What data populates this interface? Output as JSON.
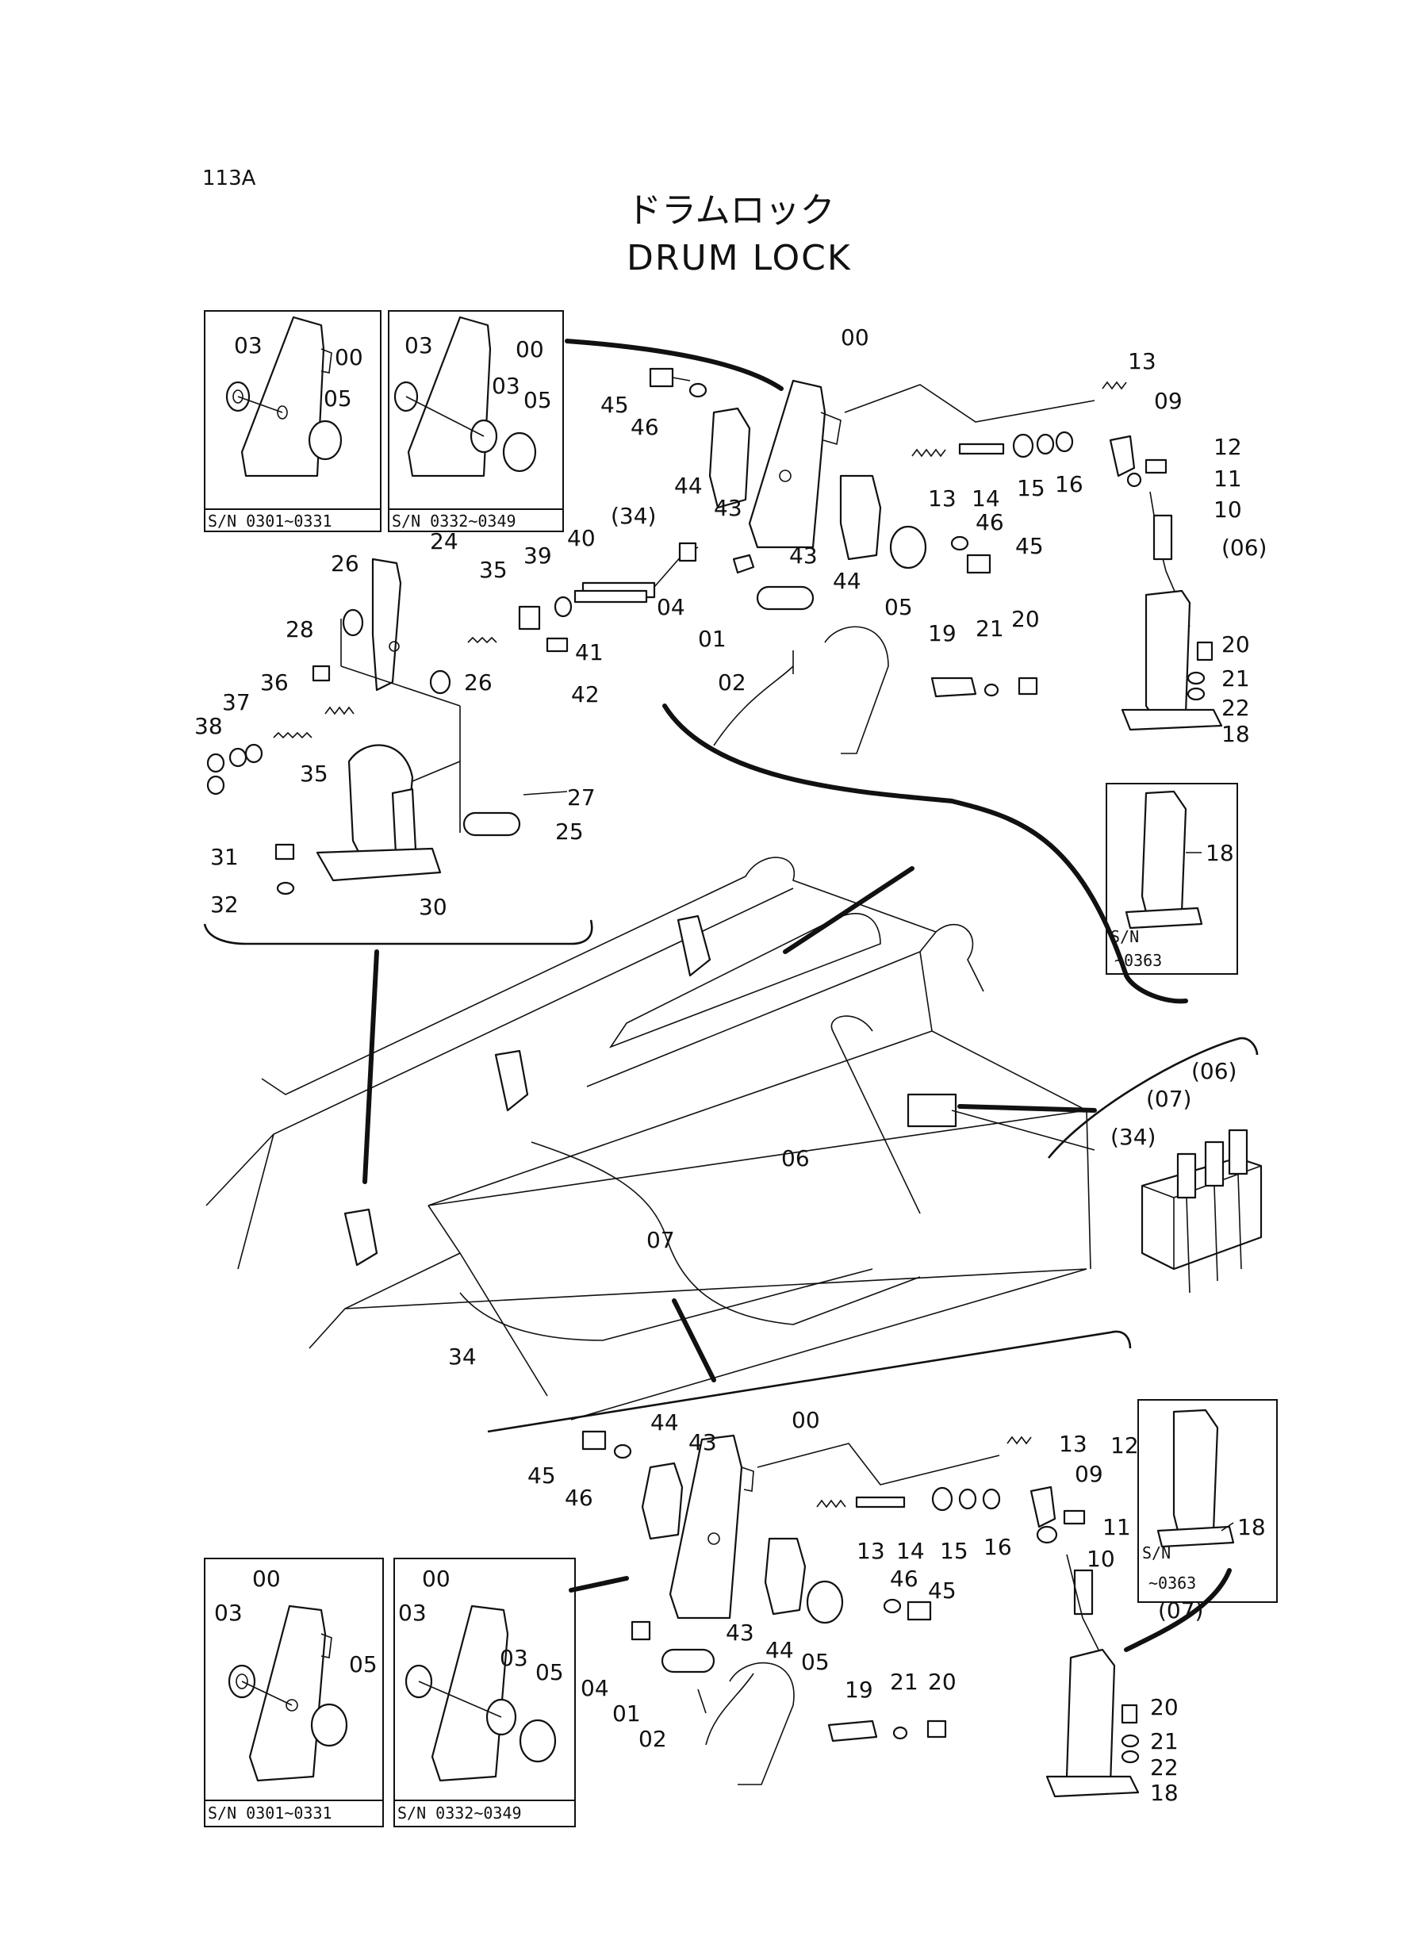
{
  "page_code": "113A",
  "title_jp": "ドラムロック",
  "title_en": "DRUM LOCK",
  "serials": {
    "sn_0301_0331": "S/N  0301~0331",
    "sn_0332_0349": "S/N  0332~0349",
    "sn_0363_prefix": "S/N",
    "sn_0363": "~0363"
  },
  "upper_assembly_labels": [
    "00",
    "13",
    "09",
    "12",
    "11",
    "10",
    "45",
    "46",
    "44",
    "43",
    "13",
    "14",
    "15",
    "16",
    "43",
    "44",
    "05",
    "46",
    "45",
    "(06)",
    "(34)",
    "04",
    "01",
    "02",
    "19",
    "21",
    "20",
    "20",
    "21",
    "22",
    "18"
  ],
  "left_assembly_labels": [
    "24",
    "26",
    "35",
    "39",
    "40",
    "28",
    "36",
    "26",
    "42",
    "41",
    "37",
    "38",
    "35",
    "27",
    "25",
    "31",
    "32",
    "30"
  ],
  "inset_18_label": "18",
  "machine_labels": [
    "06",
    "07",
    "34"
  ],
  "valve_labels": [
    "(06)",
    "(07)",
    "(34)"
  ],
  "lower_assembly_labels": [
    "00",
    "44",
    "43",
    "45",
    "46",
    "13",
    "12",
    "09",
    "11",
    "10",
    "13",
    "14",
    "15",
    "16",
    "46",
    "45",
    "43",
    "44",
    "05",
    "04",
    "01",
    "02",
    "19",
    "21",
    "20",
    "(07)",
    "20",
    "21",
    "22",
    "18",
    "18"
  ],
  "lower_inset_labels": [
    "00",
    "03",
    "05",
    "00",
    "03",
    "03",
    "05"
  ],
  "upper_inset_labels": [
    "03",
    "00",
    "05",
    "03",
    "00",
    "03",
    "05"
  ]
}
